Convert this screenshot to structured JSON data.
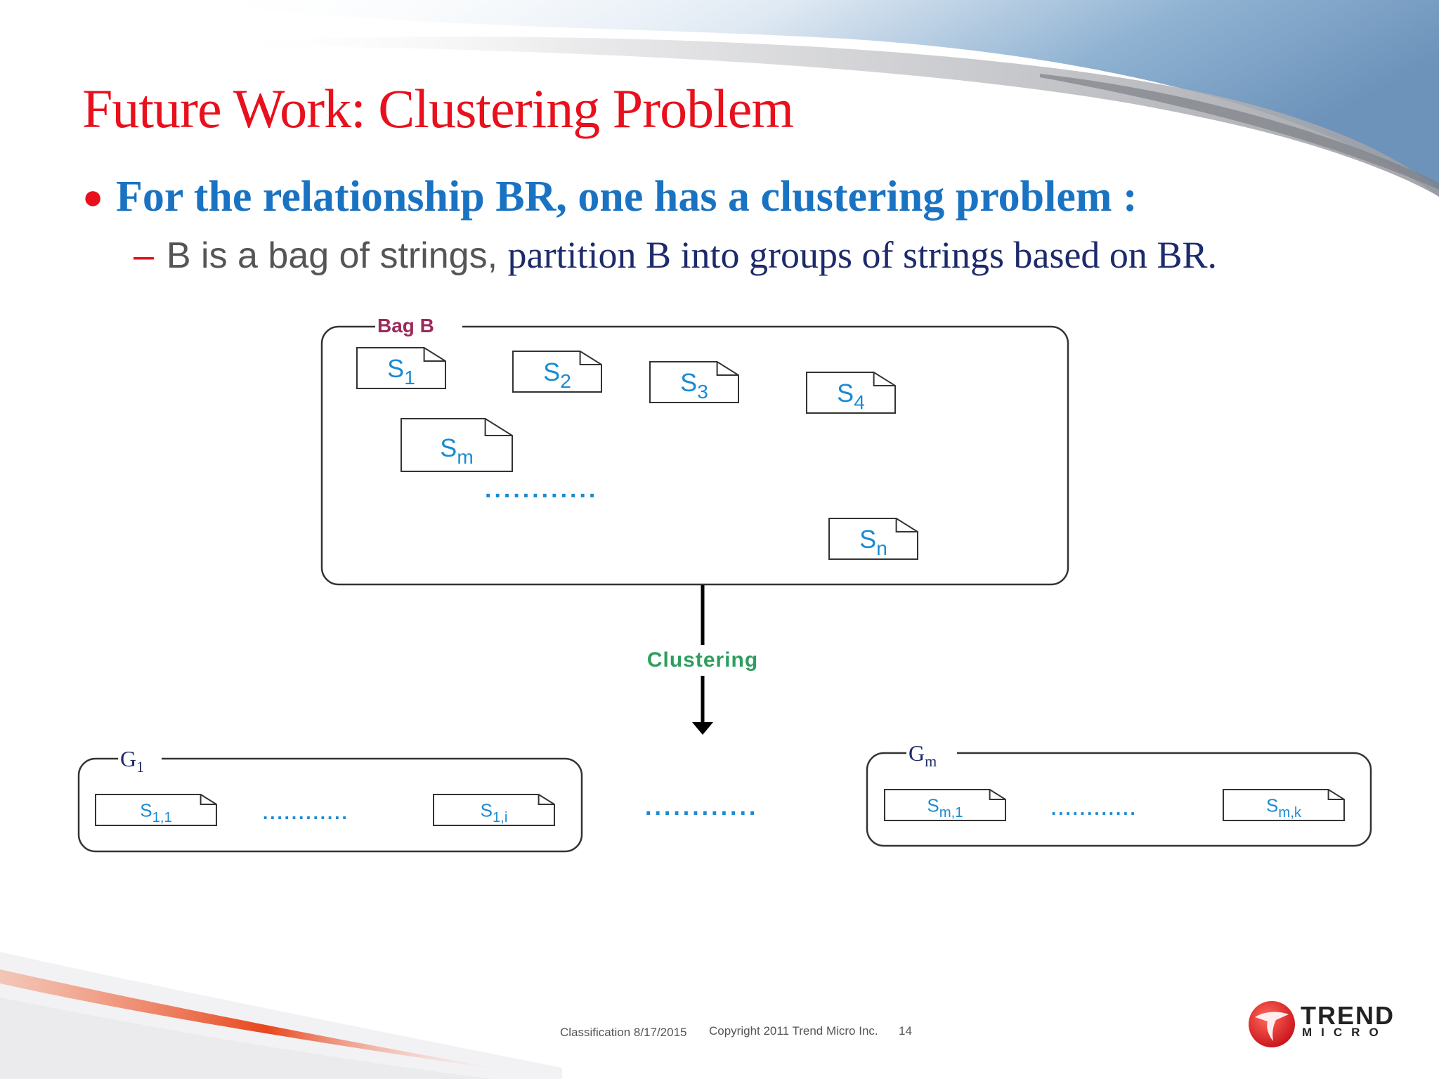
{
  "slide": {
    "title": "Future Work: Clustering Problem",
    "bullet": {
      "lead": "For the relationship ",
      "symbol": "BR",
      "rest": ",  one has a clustering problem :"
    },
    "sub_bullet": {
      "dash": "–",
      "part1": "B is a bag of strings, ",
      "part2": "partition B into groups of strings based on ",
      "symbol": "BR",
      "end": "."
    }
  },
  "diagram": {
    "bag_label": "Bag B",
    "bag_strings": [
      {
        "base": "S",
        "sub": "1"
      },
      {
        "base": "S",
        "sub": "2"
      },
      {
        "base": "S",
        "sub": "3"
      },
      {
        "base": "S",
        "sub": "4"
      },
      {
        "base": "S",
        "sub": "m"
      },
      {
        "base": "S",
        "sub": "n"
      }
    ],
    "bag_ellipsis": "............",
    "arrow_label": "Clustering",
    "groups": [
      {
        "label_base": "G",
        "label_sub": "1",
        "first": {
          "base": "S",
          "sub": "1,1"
        },
        "last": {
          "base": "S",
          "sub": "1,i"
        },
        "ellipsis": "............"
      },
      {
        "label_base": "G",
        "label_sub": "m",
        "first": {
          "base": "S",
          "sub": "m,1"
        },
        "last": {
          "base": "S",
          "sub": "m,k"
        },
        "ellipsis": "............"
      }
    ],
    "between_groups_ellipsis": "............"
  },
  "footer": {
    "classification": "Classification 8/17/2015",
    "copyright": "Copyright 2011   Trend Micro Inc.",
    "page_number": "14"
  },
  "logo": {
    "line1": "TREND",
    "line2": "MICRO"
  },
  "colors": {
    "title": "#e8101c",
    "bullet": "#1a73c2",
    "navy": "#1d2a6b",
    "diagram_text": "#1a8ad4",
    "bag_label": "#9b2a5a",
    "clustering_label": "#2e9e5e"
  }
}
